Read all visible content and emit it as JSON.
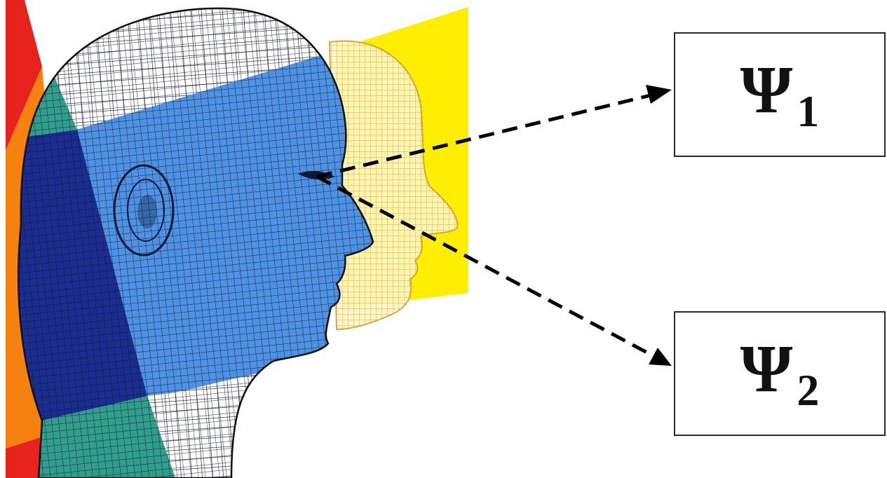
{
  "figure": {
    "illustration": "wireframe-head-profile-with-projection-planes",
    "colors": {
      "plane_red": "#e8231e",
      "plane_orange": "#f5820f",
      "plane_teal": "#2f9e8a",
      "plane_dark_blue": "#1b2e8f",
      "plane_light_blue": "#4e93e3",
      "plane_yellow": "#ffee00",
      "ghost_face": "#d9b24a",
      "mesh": "#1a1a1a"
    },
    "boxes": [
      {
        "symbol": "Ψ",
        "index": "1"
      },
      {
        "symbol": "Ψ",
        "index": "2"
      }
    ]
  }
}
